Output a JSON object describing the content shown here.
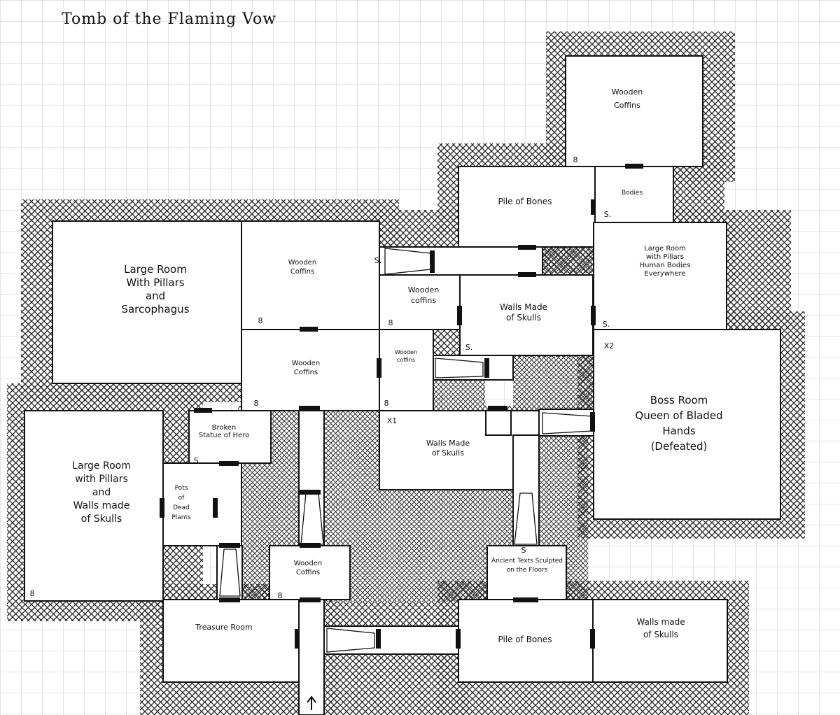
{
  "title": "Tomb of the Flaming Vow",
  "rooms": [
    {
      "id": "wooden-coffins-north",
      "lines": [
        "Wooden",
        "Coffins"
      ]
    },
    {
      "id": "bodies",
      "lines": [
        "Bodies"
      ]
    },
    {
      "id": "pile-of-bones-north",
      "lines": [
        "Pile of Bones"
      ]
    },
    {
      "id": "large-room-pillars-bodies",
      "lines": [
        "Large Room",
        "with Pillars",
        "Human Bodies",
        "Everywhere"
      ]
    },
    {
      "id": "large-room-sarcophagus",
      "lines": [
        "Large Room",
        "With Pillars",
        "and",
        "Sarcophagus"
      ]
    },
    {
      "id": "wooden-coffins-a",
      "lines": [
        "Wooden",
        "Coffins"
      ]
    },
    {
      "id": "wooden-coffins-b",
      "lines": [
        "Wooden",
        "coffins"
      ]
    },
    {
      "id": "walls-of-skulls-north",
      "lines": [
        "Walls Made",
        "of Skulls"
      ]
    },
    {
      "id": "wooden-coffins-c",
      "lines": [
        "Wooden",
        "Coffins"
      ]
    },
    {
      "id": "wooden-coffins-d",
      "lines": [
        "Wooden",
        "coffins"
      ]
    },
    {
      "id": "boss-room",
      "lines": [
        "Boss Room",
        "Queen of Bladed",
        "Hands",
        "(Defeated)"
      ]
    },
    {
      "id": "broken-statue",
      "lines": [
        "Broken",
        "Statue of Hero"
      ]
    },
    {
      "id": "walls-of-skulls-center",
      "lines": [
        "Walls Made",
        "of Skulls"
      ]
    },
    {
      "id": "large-room-pillars-skulls",
      "lines": [
        "Large Room",
        "with Pillars",
        "and",
        "Walls made",
        "of Skulls"
      ]
    },
    {
      "id": "pots-dead-plants",
      "lines": [
        "Pots",
        "of",
        "Dead",
        "Plants"
      ]
    },
    {
      "id": "wooden-coffins-south",
      "lines": [
        "Wooden",
        "Coffins"
      ]
    },
    {
      "id": "ancient-texts",
      "lines": [
        "Ancient Texts Sculpted",
        "on the Floors"
      ]
    },
    {
      "id": "treasure-room",
      "lines": [
        "Treasure Room"
      ]
    },
    {
      "id": "pile-of-bones-south",
      "lines": [
        "Pile of Bones"
      ]
    },
    {
      "id": "walls-of-skulls-south",
      "lines": [
        "Walls made",
        "of Skulls"
      ]
    }
  ],
  "markers": [
    "S.",
    "S.",
    "S.",
    "S.",
    "S.",
    "S",
    "X1",
    "X2",
    "8",
    "8",
    "8",
    "8",
    "8",
    "8",
    "8"
  ]
}
